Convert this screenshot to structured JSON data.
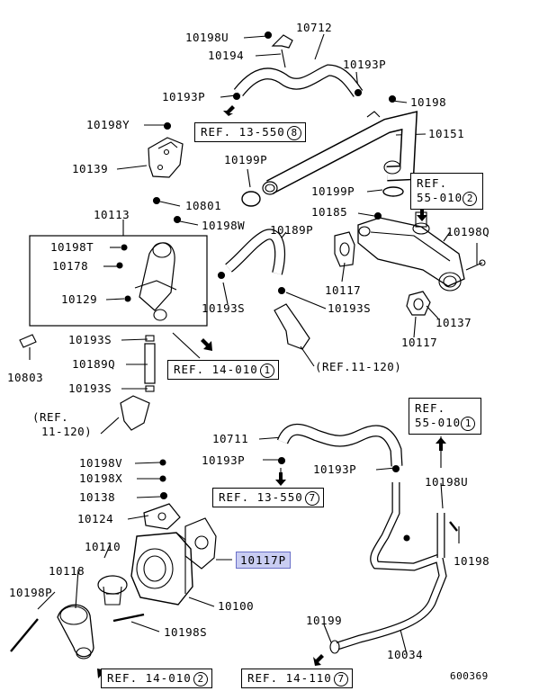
{
  "diagram_id": "600369",
  "highlight": {
    "part": "10117P",
    "color": "#c9cdf2"
  },
  "labels": {
    "p10198U_top": "10198U",
    "p10712": "10712",
    "p10194": "10194",
    "p10193P_a": "10193P",
    "p10193P_b": "10193P",
    "p10198_a": "10198",
    "p10198Y": "10198Y",
    "p10151": "10151",
    "p10199P_a": "10199P",
    "p10139": "10139",
    "p10199P_b": "10199P",
    "p10801": "10801",
    "p10113": "10113",
    "p10198W": "10198W",
    "p10185": "10185",
    "p10189P": "10189P",
    "p10198Q": "10198Q",
    "p10198T": "10198T",
    "p10178": "10178",
    "p10129": "10129",
    "p10117_a": "10117",
    "p10193S_a": "10193S",
    "p10193S_b": "10193S",
    "p10137": "10137",
    "p10117_b": "10117",
    "p10803": "10803",
    "p10193S_c": "10193S",
    "p10189Q": "10189Q",
    "p10193S_d": "10193S",
    "p10711": "10711",
    "p10193P_c": "10193P",
    "p10193P_d": "10193P",
    "p10198V": "10198V",
    "p10198X": "10198X",
    "p10138": "10138",
    "p10124": "10124",
    "p10198U_b": "10198U",
    "p10110": "10110",
    "p10118": "10118",
    "p10198P": "10198P",
    "p10100": "10100",
    "p10198_b": "10198",
    "p10198S": "10198S",
    "p10199": "10199",
    "p10034": "10034"
  },
  "refs": {
    "r13_550_8": {
      "text": "REF. 13-550",
      "num": "8"
    },
    "r55_010_2": {
      "line1": "REF.",
      "line2": "55-010",
      "num": "2"
    },
    "r14_010_1": {
      "text": "REF. 14-010",
      "num": "1"
    },
    "r11_120_a": "(REF.11-120)",
    "r11_120_b_1": "(REF.",
    "r11_120_b_2": "11-120)",
    "r55_010_1": {
      "line1": "REF.",
      "line2": "55-010",
      "num": "1"
    },
    "r13_550_7": {
      "text": "REF. 13-550",
      "num": "7"
    },
    "r14_010_2": {
      "text": "REF. 14-010",
      "num": "2"
    },
    "r14_110_7": {
      "text": "REF. 14-110",
      "num": "7"
    }
  }
}
